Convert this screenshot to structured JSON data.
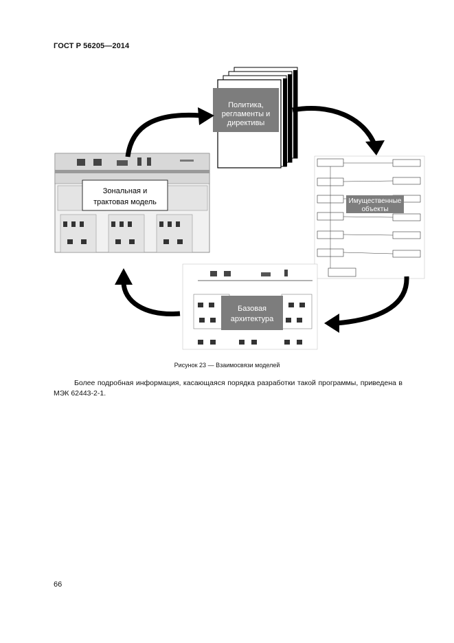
{
  "header": {
    "standard": "ГОСТ Р 56205—2014"
  },
  "figure": {
    "policy_box": [
      "Политика,",
      "регламенты и",
      "директивы"
    ],
    "zonal_model": [
      "Зональная и",
      "трактовая модель"
    ],
    "assets": [
      "Имущественные",
      "объекты"
    ],
    "base_arch": [
      "Базовая",
      "архитектура"
    ],
    "caption": "Рисунок 23 — Взаимосвязи моделей"
  },
  "body_text": "Более подробная информация, касающаяся порядка разработки такой программы, приведена в МЭК 62443-2-1.",
  "footer": {
    "page_number": "66"
  }
}
